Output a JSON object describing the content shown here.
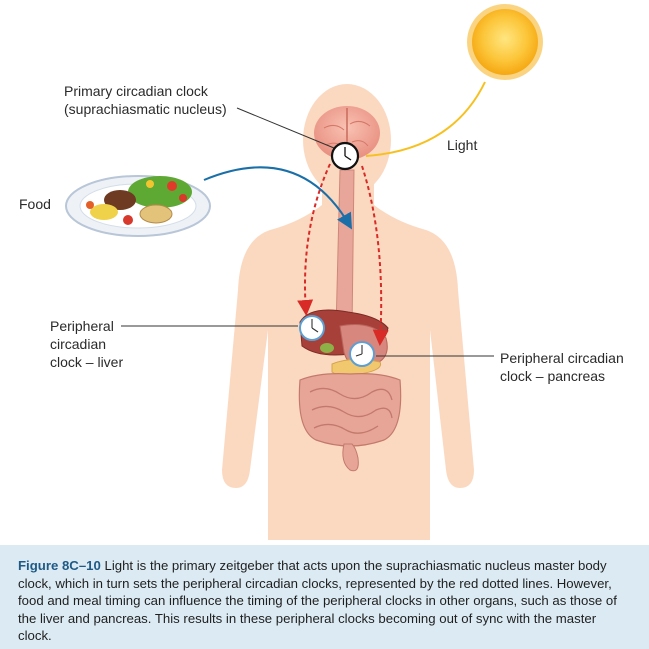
{
  "labels": {
    "primary_clock_line1": "Primary circadian clock",
    "primary_clock_line2": "(suprachiasmatic nucleus)",
    "light": "Light",
    "food": "Food",
    "peripheral_liver_line1": "Peripheral",
    "peripheral_liver_line2": "circadian",
    "peripheral_liver_line3": "clock – liver",
    "peripheral_pancreas_line1": "Peripheral circadian",
    "peripheral_pancreas_line2": "clock – pancreas"
  },
  "caption": {
    "label": "Figure 8C–10",
    "text": " Light is the primary zeitgeber that acts upon the suprachiasmatic nucleus master body clock, which in turn sets the peripheral circadian clocks, represented by the red dotted lines. However, food and meal timing can influence the timing of the peripheral clocks in other organs, such as those of the liver and pancreas. This results in these peripheral clocks becoming out of sync with the master clock."
  },
  "colors": {
    "skin": "#fbd9c0",
    "sun": "#fcc22a",
    "light_arrow": "#f6c120",
    "food_arrow": "#1a6fa8",
    "clock_signal": "#d82a26",
    "caption_bg": "#dcebf3",
    "caption_label": "#1f5a86"
  }
}
